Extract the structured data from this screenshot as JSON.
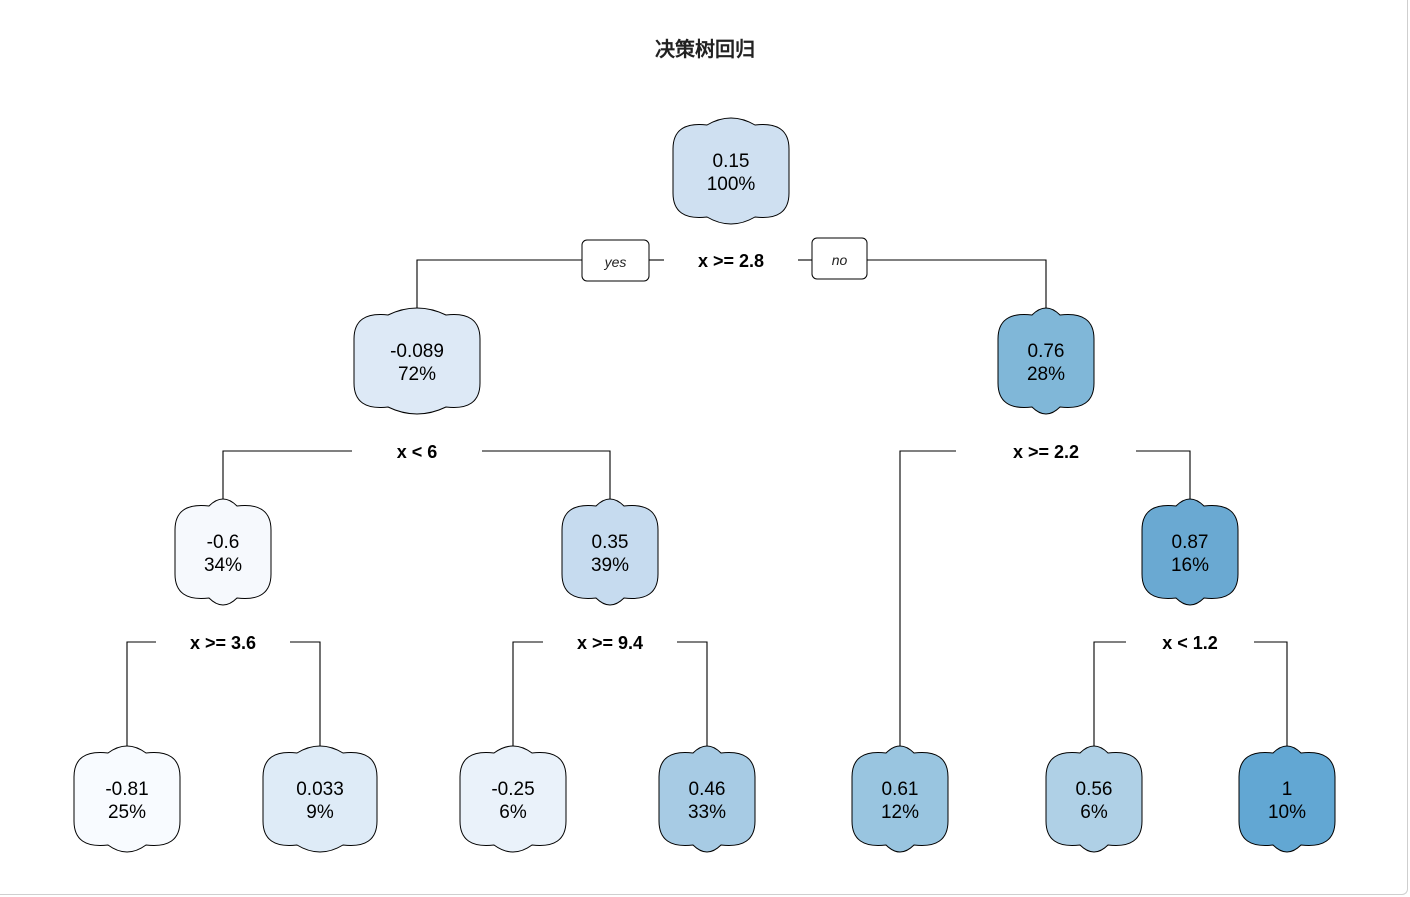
{
  "title": "决策树回归",
  "branch_labels": {
    "yes": "yes",
    "no": "no"
  },
  "nodes": [
    {
      "id": "n1",
      "value": "0.15",
      "percent": "100%",
      "color": "#cfe0f1"
    },
    {
      "id": "n2",
      "value": "-0.089",
      "percent": "72%",
      "color": "#dde9f6"
    },
    {
      "id": "n3",
      "value": "0.76",
      "percent": "28%",
      "color": "#80b7d8"
    },
    {
      "id": "n4",
      "value": "-0.6",
      "percent": "34%",
      "color": "#f6f9fd"
    },
    {
      "id": "n5",
      "value": "0.35",
      "percent": "39%",
      "color": "#c6dbef"
    },
    {
      "id": "n7",
      "value": "0.87",
      "percent": "16%",
      "color": "#6aa9d2"
    },
    {
      "id": "n8",
      "value": "-0.81",
      "percent": "25%",
      "color": "#f8fbff"
    },
    {
      "id": "n9",
      "value": "0.033",
      "percent": "9%",
      "color": "#deebf7"
    },
    {
      "id": "n10",
      "value": "-0.25",
      "percent": "6%",
      "color": "#eaf2fa"
    },
    {
      "id": "n11",
      "value": "0.46",
      "percent": "33%",
      "color": "#a7cbe4"
    },
    {
      "id": "n6",
      "value": "0.61",
      "percent": "12%",
      "color": "#99c5e0"
    },
    {
      "id": "n14",
      "value": "0.56",
      "percent": "6%",
      "color": "#afd0e6"
    },
    {
      "id": "n15",
      "value": "1",
      "percent": "10%",
      "color": "#62a7d3"
    }
  ],
  "splits": [
    {
      "id": "s1",
      "label": "x >= 2.8",
      "parent": "n1",
      "left": "n2",
      "right": "n3"
    },
    {
      "id": "s2",
      "label": "x < 6",
      "parent": "n2",
      "left": "n4",
      "right": "n5"
    },
    {
      "id": "s3",
      "label": "x >= 2.2",
      "parent": "n3",
      "left": "n6",
      "right": "n7"
    },
    {
      "id": "s4",
      "label": "x >= 3.6",
      "parent": "n4",
      "left": "n8",
      "right": "n9"
    },
    {
      "id": "s5",
      "label": "x >= 9.4",
      "parent": "n5",
      "left": "n10",
      "right": "n11"
    },
    {
      "id": "s6",
      "label": "x < 1.2",
      "parent": "n7",
      "left": "n14",
      "right": "n15"
    }
  ]
}
